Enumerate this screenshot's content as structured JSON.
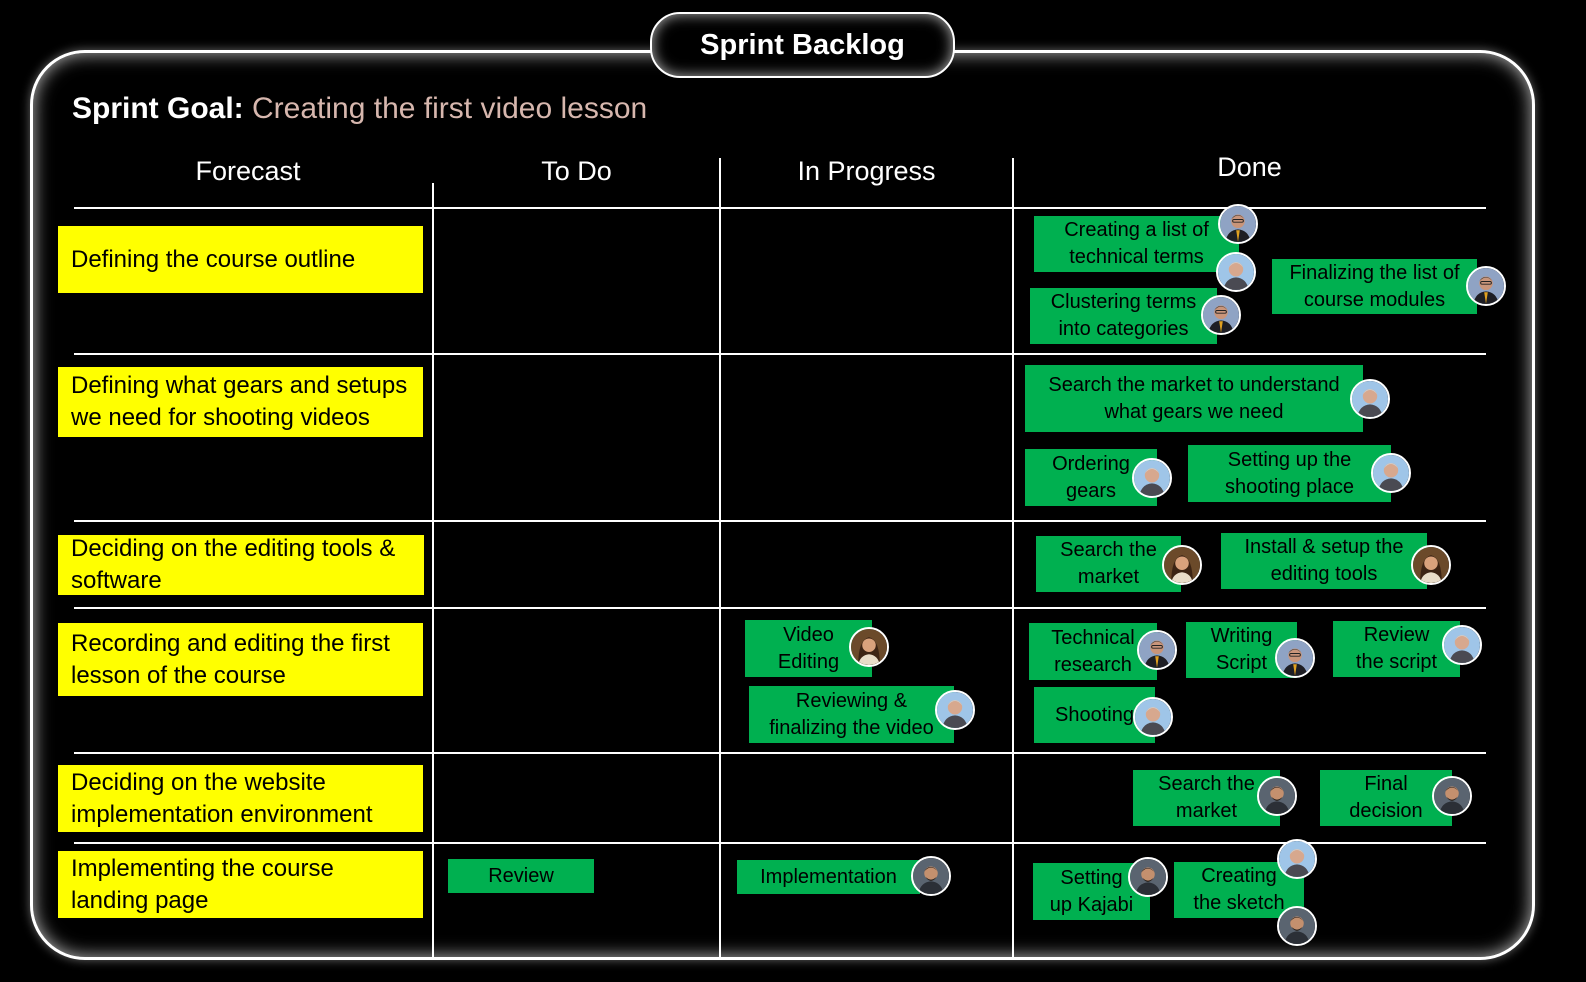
{
  "title": "Sprint Backlog",
  "goal": {
    "label": "Sprint Goal:",
    "value": "Creating the first video lesson"
  },
  "columns": [
    "Forecast",
    "To Do",
    "In Progress",
    "Done"
  ],
  "forecast": [
    "Defining the course outline",
    "Defining what gears and setups we need for shooting videos",
    "Deciding on the editing tools & software",
    "Recording and editing the first lesson of the course",
    "Deciding on the website implementation environment",
    "Implementing the course landing page"
  ],
  "tasks": [
    "Creating a list of\ntechnical terms",
    "Clustering terms\ninto categories",
    "Finalizing the list of\ncourse modules",
    "Search the market to understand\nwhat gears we need",
    "Ordering\ngears",
    "Setting up the\nshooting place",
    "Search the\nmarket",
    "Install & setup the\nediting tools",
    "Video\nEditing",
    "Reviewing &\nfinalizing the video",
    "Technical\nresearch",
    "Writing\nScript",
    "Review\nthe script",
    "Shooting",
    "Search the\nmarket",
    "Final\ndecision",
    "Review",
    "Implementation",
    "Setting\nup Kajabi",
    "Creating\nthe sketch"
  ],
  "colors": {
    "forecast": "#ffff00",
    "task": "#00b050",
    "goal_value": "#d7b7ae"
  },
  "avatars": [
    "avatar-dark-suit",
    "avatar-gray-hair",
    "avatar-woman",
    "avatar-dark-hair"
  ]
}
